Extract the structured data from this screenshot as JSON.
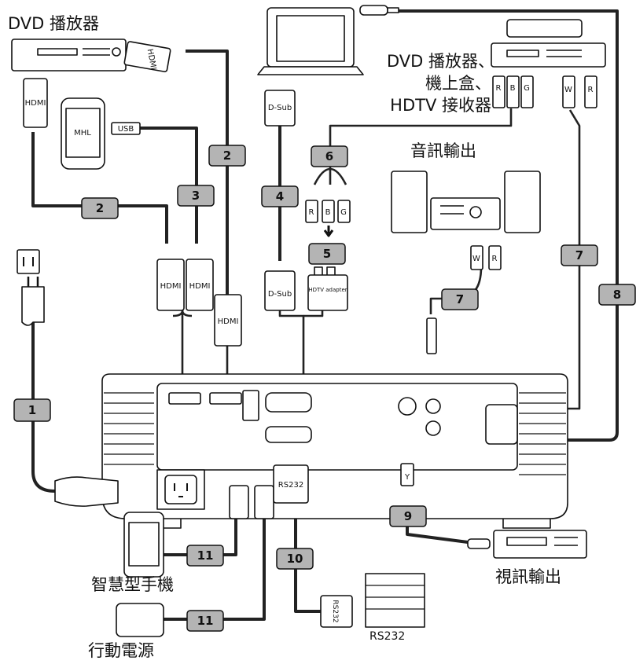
{
  "captions": {
    "dvd_player": "DVD 播放器",
    "source_line1": "DVD 播放器、",
    "source_line2": "機上盒、",
    "source_line3": "HDTV 接收器",
    "audio_out": "音訊輸出",
    "video_out": "視訊輸出",
    "smartphone": "智慧型手機",
    "power_bank": "行動電源",
    "rs232_device": "RS232"
  },
  "connector_labels": {
    "hdmi": "HDMI",
    "usb": "USB",
    "mhl": "MHL",
    "dsub": "D-Sub",
    "rs232": "RS232",
    "hdtv_adapter": "HDTV adapter",
    "r": "R",
    "b": "B",
    "g": "G",
    "w": "W",
    "y": "Y"
  },
  "cable_numbers": [
    "1",
    "2",
    "3",
    "4",
    "5",
    "6",
    "7",
    "8",
    "9",
    "10",
    "11"
  ],
  "colors": {
    "line": "#111111",
    "badge_fill": "#b4b4b4",
    "device_fill": "#ffffff"
  }
}
